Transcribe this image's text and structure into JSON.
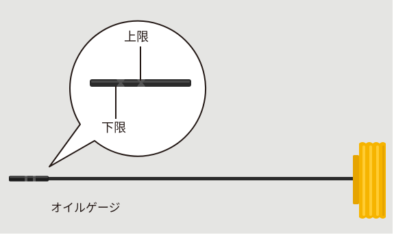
{
  "callout": {
    "upper_limit_label": "上限",
    "lower_limit_label": "下限"
  },
  "dipstick": {
    "name_label": "オイルゲージ"
  },
  "colors": {
    "background": "#e5e5e3",
    "callout_fill": "#ffffff",
    "outline": "#231815",
    "rod": "#2b2b2b",
    "cap": "#f6b400",
    "cap_highlight": "#ffcc33"
  }
}
